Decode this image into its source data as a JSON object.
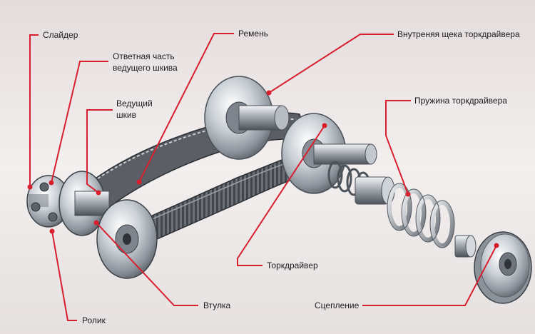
{
  "colors": {
    "background": "#ece7e7",
    "leader": "#d81f2e",
    "label_text": "#1c1c1c",
    "metal_light": "#e9ecef",
    "metal_mid": "#a7aeb5",
    "metal_dark": "#4a5058",
    "belt": "#3a3d42"
  },
  "labels": {
    "slider": "Слайдер",
    "mate_line1": "Ответная часть",
    "mate_line2": "ведущего шкива",
    "drive_line1": "Ведущий",
    "drive_line2": "шкив",
    "belt": "Ремень",
    "inner_cheek": "Внутреняя щека торкдрайвера",
    "spring": "Пружина торкдрайвера",
    "torque_driver": "Торкдрайвер",
    "clutch": "Сцепление",
    "bushing": "Втулка",
    "roller": "Ролик"
  }
}
